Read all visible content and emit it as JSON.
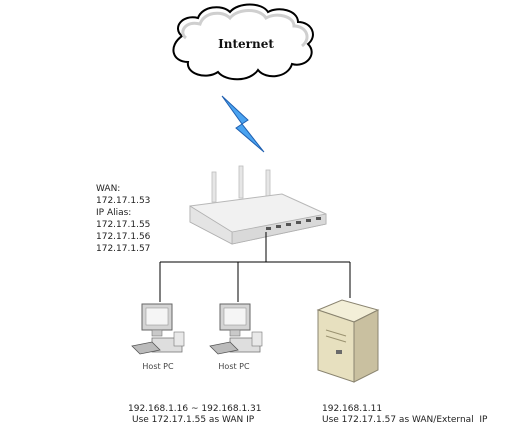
{
  "internet": {
    "label": "Internet",
    "icon": "cloud-icon"
  },
  "router": {
    "icon": "router-icon",
    "info": [
      "WAN:",
      "172.17.1.53",
      "IP Alias:",
      "172.17.1.55",
      "172.17.1.56",
      "172.17.1.57"
    ]
  },
  "hosts": [
    {
      "label": "Host PC",
      "icon": "desktop-pc-icon"
    },
    {
      "label": "Host PC",
      "icon": "desktop-pc-icon"
    }
  ],
  "server": {
    "icon": "server-icon"
  },
  "notes": {
    "hosts_line1": "192.168.1.16 ~ 192.168.1.31",
    "hosts_line2": "Use 172.17.1.55 as WAN IP",
    "server_line1": "192.168.1.11",
    "server_line2": "Use 172.17.1.57 as WAN/External  IP"
  },
  "colors": {
    "lightning": "#2d7fd6",
    "line": "#000000"
  }
}
